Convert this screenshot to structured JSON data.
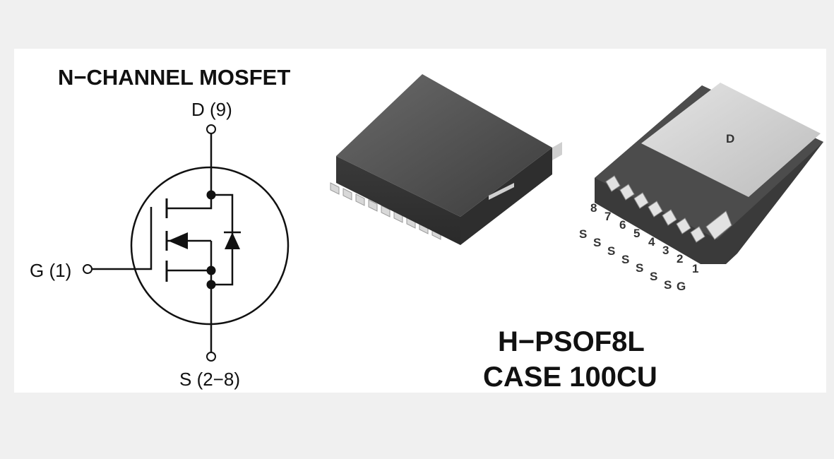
{
  "schematic": {
    "title": "N−CHANNEL MOSFET",
    "drain_label": "D (9)",
    "gate_label": "G (1)",
    "source_label": "S (2−8)"
  },
  "package": {
    "name": "H−PSOF8L",
    "case": "CASE 100CU",
    "drain_tab_label": "D",
    "pin_numbers": [
      "8",
      "7",
      "6",
      "5",
      "4",
      "3",
      "2",
      "1"
    ],
    "pin_functions": [
      "S",
      "S",
      "S",
      "S",
      "S",
      "S",
      "S",
      "G"
    ]
  },
  "colors": {
    "background": "#f0f0f0",
    "panel": "#ffffff",
    "ink": "#111111",
    "package_body": "#4a4a4a",
    "drain_tab": "#d0d0d0"
  }
}
